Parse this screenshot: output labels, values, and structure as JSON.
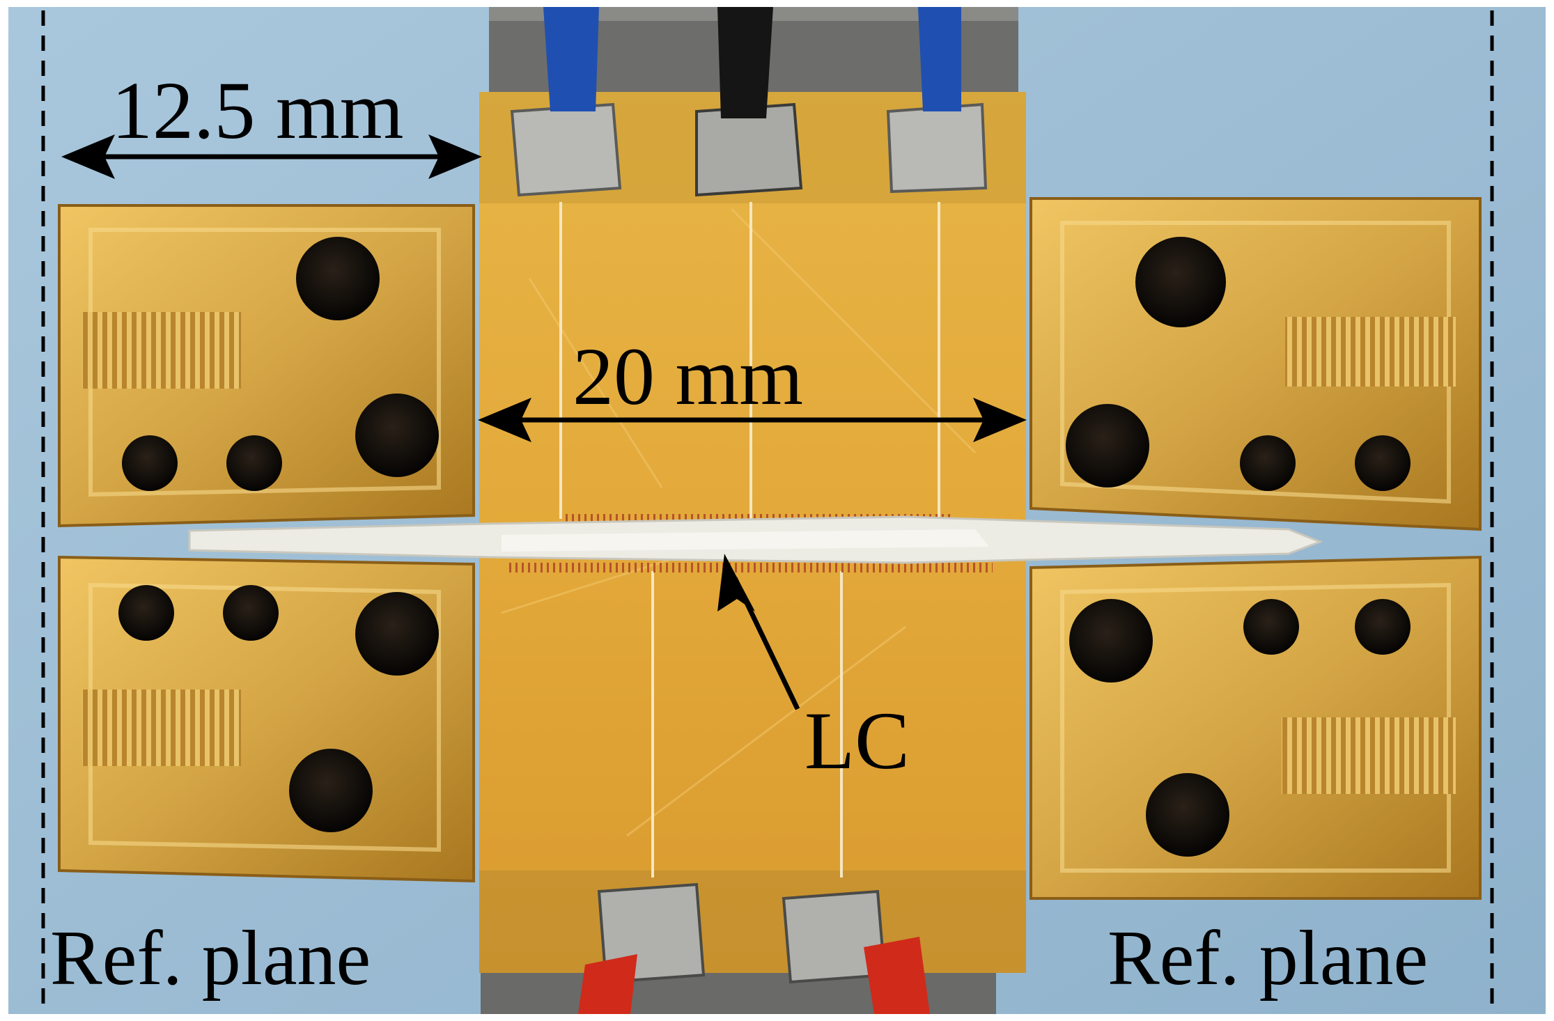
{
  "annotations": {
    "side_dimension": "12.5 mm",
    "center_dimension": "20 mm",
    "sample_label": "LC",
    "left_plane": "Ref. plane",
    "right_plane": "Ref. plane"
  },
  "colors": {
    "background_blue": "#9fbfd6",
    "brass": "#d4a545",
    "brass_dark": "#9a6a1a",
    "kapton": "#e0aa3c",
    "metal_gray": "#6a6a6a",
    "solder": "#b8b8b8",
    "wire_blue": "#1f4fb0",
    "wire_black": "#151515",
    "wire_red": "#d02a1a",
    "lc_cell": "#ecebe4"
  }
}
